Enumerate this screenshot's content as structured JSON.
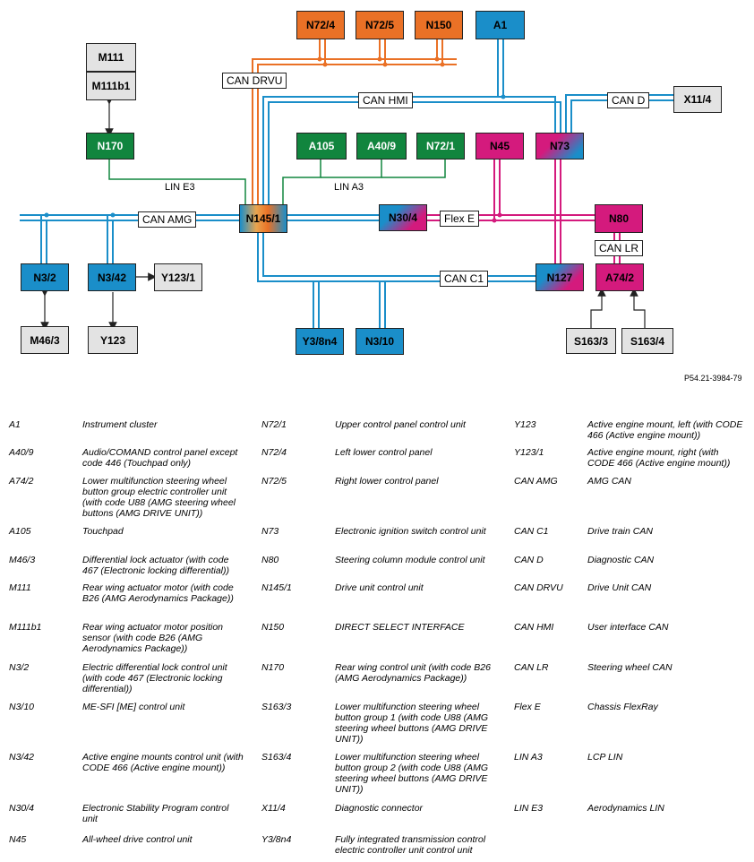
{
  "diagram": {
    "reference": "P54.21-3984-79",
    "components": {
      "n72_4": "N72/4",
      "n72_5": "N72/5",
      "n150": "N150",
      "a1": "A1",
      "m111": "M111",
      "m111b1": "M111b1",
      "n170": "N170",
      "a105": "A105",
      "a40_9": "A40/9",
      "n72_1": "N72/1",
      "n45": "N45",
      "n73": "N73",
      "x11_4": "X11/4",
      "n145_1": "N145/1",
      "n30_4": "N30/4",
      "n80": "N80",
      "n3_2": "N3/2",
      "n3_42": "N3/42",
      "y123_1": "Y123/1",
      "n127": "N127",
      "a74_2": "A74/2",
      "m46_3": "M46/3",
      "y123": "Y123",
      "y3_8n4": "Y3/8n4",
      "n3_10": "N3/10",
      "s163_3": "S163/3",
      "s163_4": "S163/4"
    },
    "buses": {
      "can_drvu": "CAN DRVU",
      "can_hmi": "CAN HMI",
      "can_d": "CAN D",
      "can_amg": "CAN AMG",
      "flex_e": "Flex E",
      "can_lr": "CAN LR",
      "can_c1": "CAN C1",
      "lin_e3": "LIN E3",
      "lin_a3": "LIN A3"
    },
    "colors": {
      "orange": "#ea7126",
      "blue": "#1a8ec9",
      "green": "#11853e",
      "magenta": "#d41a7d",
      "grey": "#e3e3e3"
    }
  },
  "legend": [
    [
      {
        "code": "A1",
        "desc": "Instrument cluster"
      },
      {
        "code": "A40/9",
        "desc": "Audio/COMAND control panel except code 446 (Touchpad only)"
      },
      {
        "code": "A74/2",
        "desc": "Lower multifunction steering wheel button group electric controller unit (with code U88 (AMG steering wheel buttons (AMG DRIVE UNIT))"
      },
      {
        "code": "A105",
        "desc": "Touchpad"
      },
      {
        "code": "M46/3",
        "desc": "Differential lock actuator (with code 467 (Electronic locking differential))"
      },
      {
        "code": "M111",
        "desc": "Rear wing actuator motor (with code B26 (AMG Aerodynamics Package))"
      },
      {
        "code": "M111b1",
        "desc": "Rear wing actuator motor position sensor (with code B26 (AMG Aerodynamics Package))"
      },
      {
        "code": "N3/2",
        "desc": "Electric differential lock control unit (with code 467 (Electronic locking differential))"
      },
      {
        "code": "N3/10",
        "desc": "ME-SFI [ME] control unit"
      },
      {
        "code": "N3/42",
        "desc": "Active engine mounts control unit (with CODE 466 (Active engine mount))"
      },
      {
        "code": "N30/4",
        "desc": "Electronic Stability Program control unit"
      },
      {
        "code": "N45",
        "desc": "All-wheel drive control unit"
      }
    ],
    [
      {
        "code": "N72/1",
        "desc": "Upper control panel control unit"
      },
      {
        "code": "N72/4",
        "desc": "Left lower control panel"
      },
      {
        "code": "N72/5",
        "desc": "Right lower control panel"
      },
      {
        "code": "N73",
        "desc": "Electronic ignition switch control unit"
      },
      {
        "code": "N80",
        "desc": "Steering column module control unit"
      },
      {
        "code": "N145/1",
        "desc": "Drive unit control unit"
      },
      {
        "code": "N150",
        "desc": "DIRECT SELECT INTERFACE"
      },
      {
        "code": "N170",
        "desc": "Rear wing control unit (with code B26 (AMG Aerodynamics Package))"
      },
      {
        "code": "S163/3",
        "desc": "Lower multifunction steering wheel button group 1 (with code U88 (AMG steering wheel buttons (AMG DRIVE UNIT))"
      },
      {
        "code": "S163/4",
        "desc": "Lower multifunction steering wheel button group 2 (with code U88 (AMG steering wheel buttons (AMG DRIVE UNIT))"
      },
      {
        "code": "X11/4",
        "desc": "Diagnostic connector"
      },
      {
        "code": "Y3/8n4",
        "desc": "Fully integrated transmission control electric controller unit control unit"
      }
    ],
    [
      {
        "code": "Y123",
        "desc": "Active engine mount, left (with CODE 466 (Active engine mount))"
      },
      {
        "code": "Y123/1",
        "desc": "Active engine mount, right (with CODE 466 (Active engine mount))"
      },
      {
        "code": "CAN AMG",
        "desc": "AMG CAN"
      },
      {
        "code": "CAN C1",
        "desc": "Drive train CAN"
      },
      {
        "code": "CAN D",
        "desc": "Diagnostic CAN"
      },
      {
        "code": "CAN DRVU",
        "desc": "Drive Unit CAN"
      },
      {
        "code": "CAN HMI",
        "desc": "User interface CAN"
      },
      {
        "code": "CAN LR",
        "desc": "Steering wheel CAN"
      },
      {
        "code": "Flex E",
        "desc": "Chassis FlexRay"
      },
      {
        "code": "LIN A3",
        "desc": "LCP LIN"
      },
      {
        "code": "LIN E3",
        "desc": "Aerodynamics LIN"
      }
    ]
  ]
}
